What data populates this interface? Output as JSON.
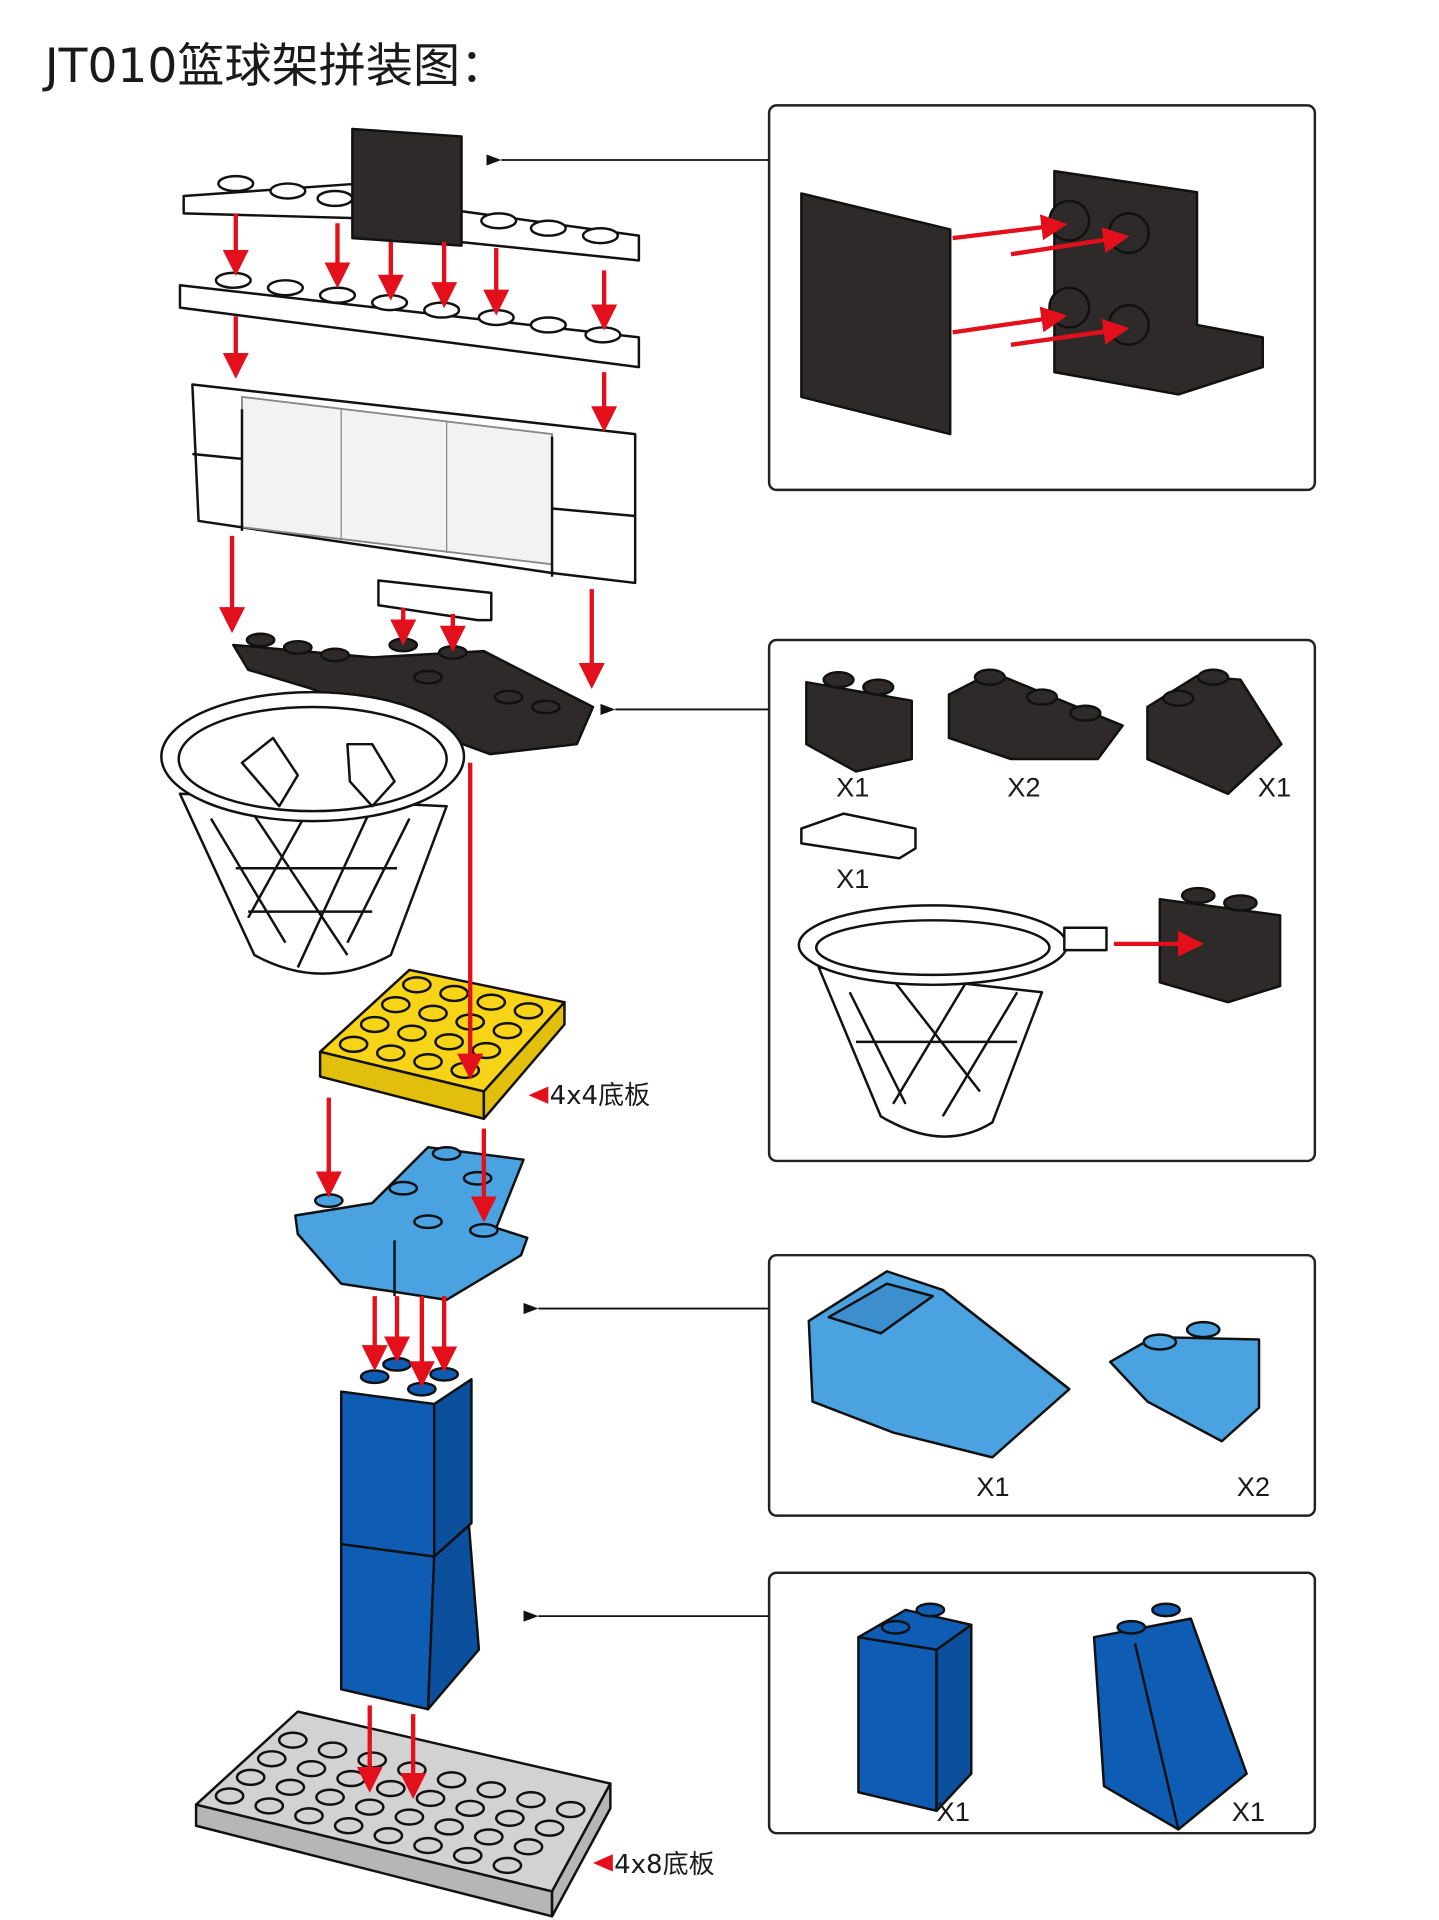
{
  "title": "JT010篮球架拼装图：",
  "colors": {
    "black_brick": "#2e2a2a",
    "white_brick": "#ffffff",
    "yellow": "#f7d417",
    "light_blue": "#4aa3e0",
    "blue": "#0e5cb4",
    "gray": "#c9c9c9",
    "arrow_red": "#e3101c"
  },
  "panels": [
    {
      "name": "backboard-parts",
      "items": []
    },
    {
      "name": "hoop-parts",
      "items": [
        {
          "qty": "X1"
        },
        {
          "qty": "X2"
        },
        {
          "qty": "X1"
        },
        {
          "qty": "X1"
        }
      ]
    },
    {
      "name": "support-parts",
      "items": [
        {
          "qty": "X1"
        },
        {
          "qty": "X2"
        }
      ]
    },
    {
      "name": "pole-parts",
      "items": [
        {
          "qty": "X1"
        },
        {
          "qty": "X1"
        }
      ]
    }
  ],
  "labels": {
    "plate_4x4": "4x4底板",
    "plate_4x8": "4x8底板"
  }
}
